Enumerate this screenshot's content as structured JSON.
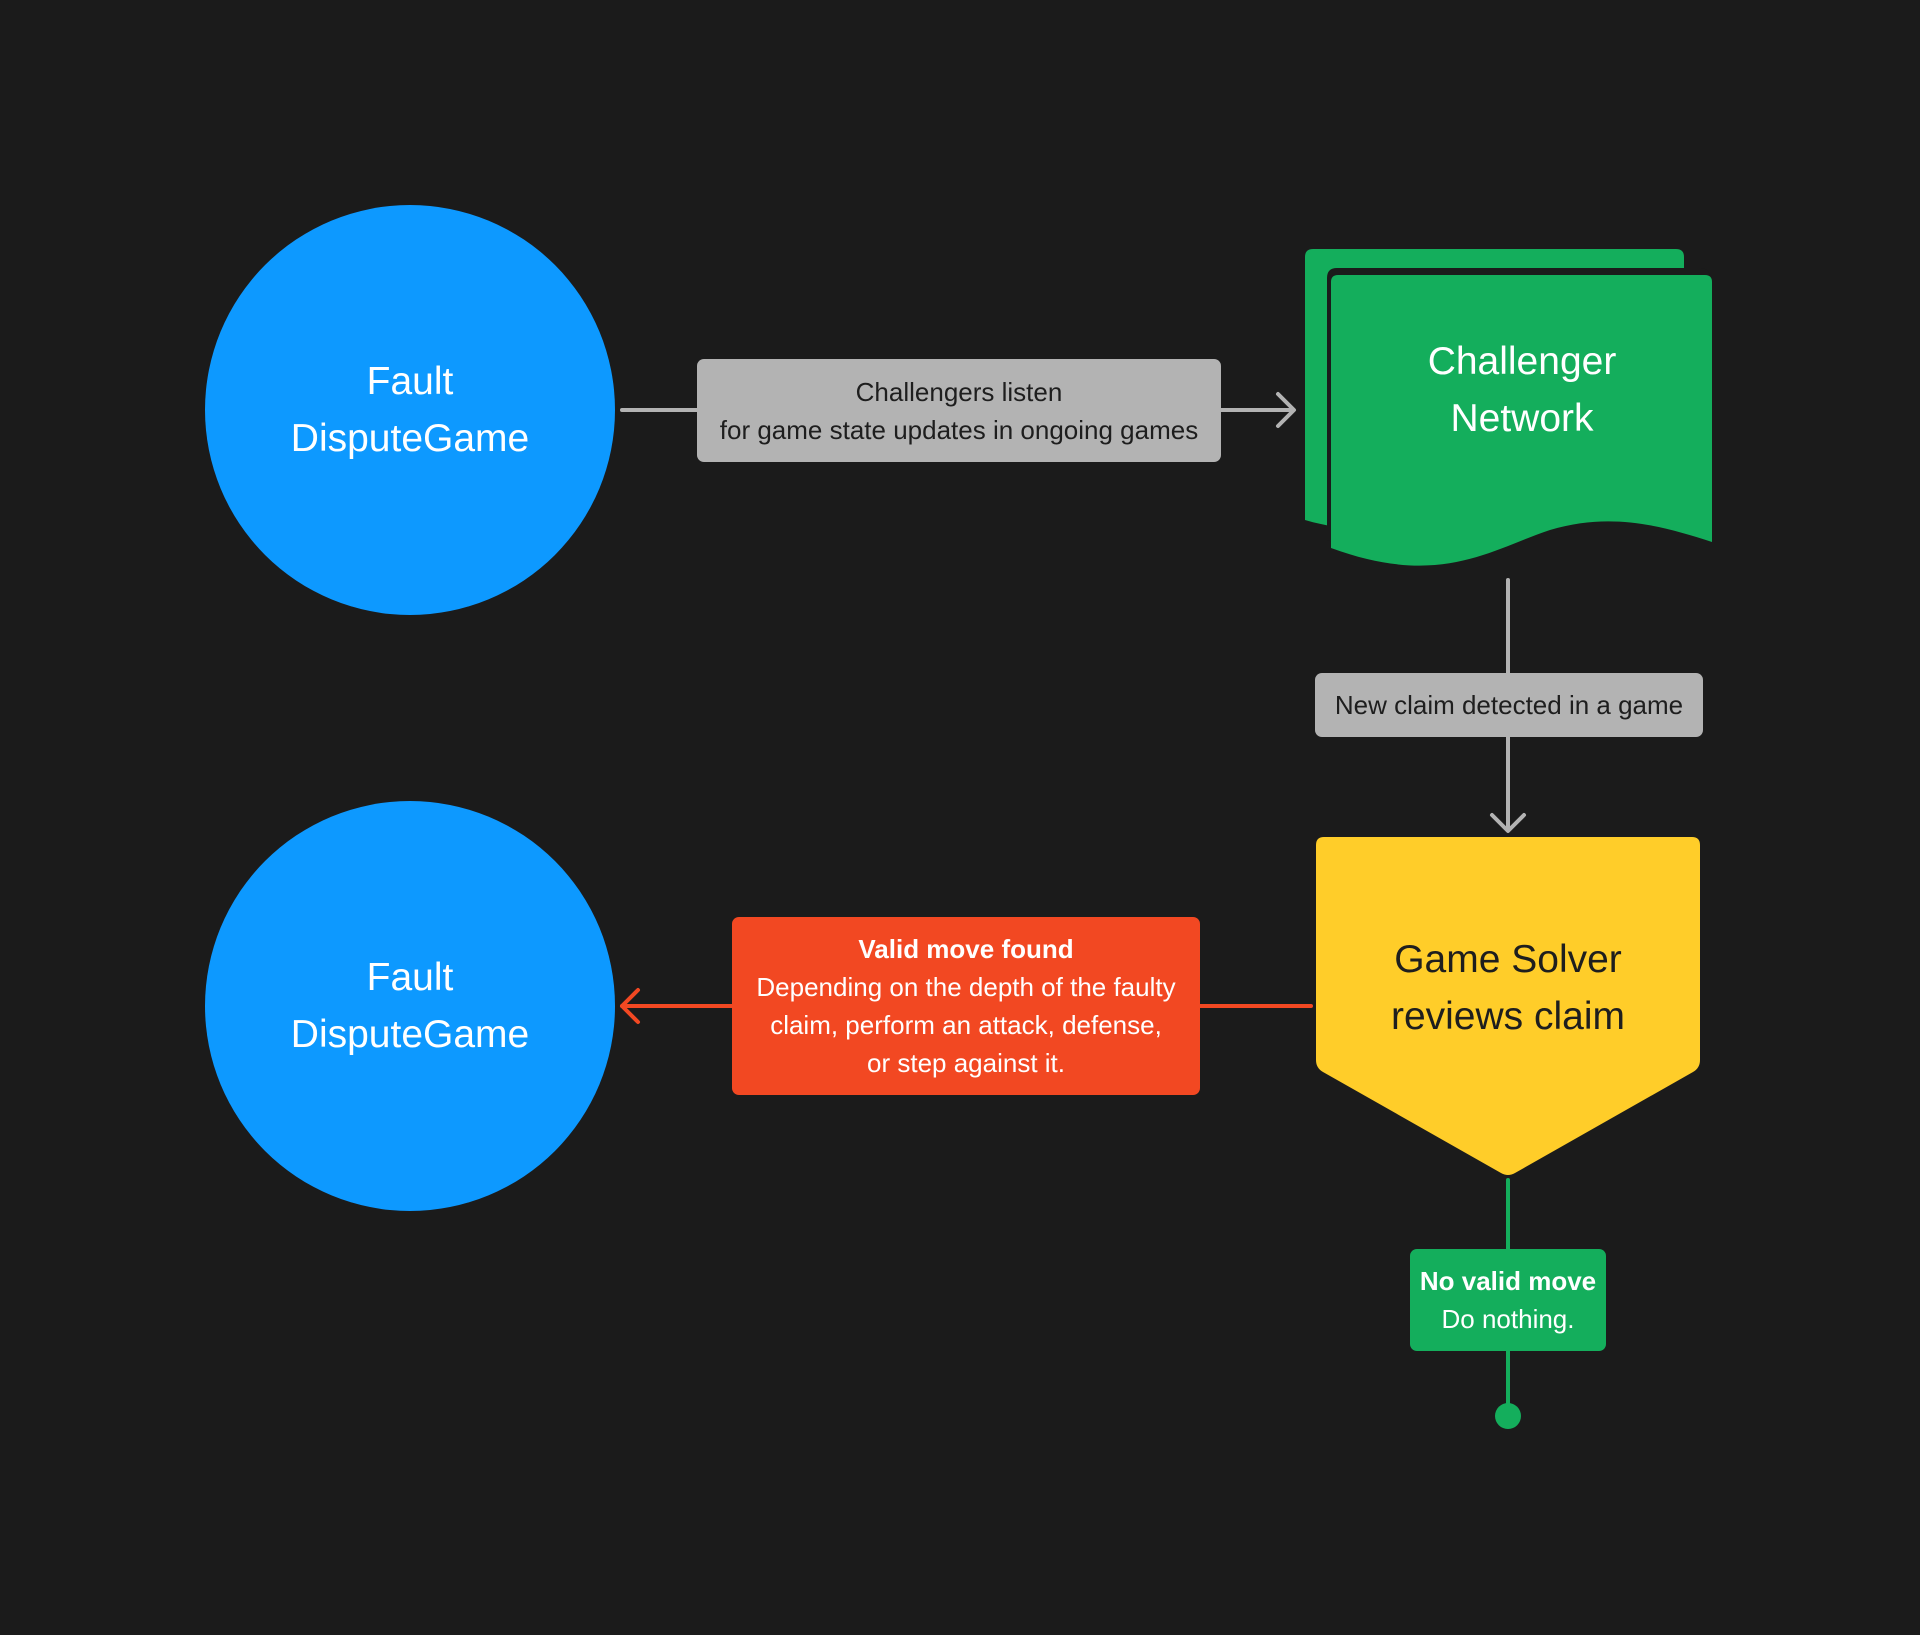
{
  "diagram": {
    "nodes": {
      "game_top": {
        "line1": "Fault",
        "line2": "DisputeGame"
      },
      "challenger_network": {
        "line1": "Challenger",
        "line2": "Network"
      },
      "game_solver": {
        "line1": "Game Solver",
        "line2": "reviews claim"
      },
      "game_bottom": {
        "line1": "Fault",
        "line2": "DisputeGame"
      }
    },
    "edges": {
      "listen": {
        "line1": "Challengers listen",
        "line2": "for game state updates in ongoing games"
      },
      "new_claim": {
        "text": "New claim detected in a game"
      },
      "valid_move": {
        "title": "Valid move found",
        "line1": "Depending on the depth of the faulty",
        "line2": "claim, perform an attack, defense,",
        "line3": "or step against it."
      },
      "no_valid_move": {
        "title": "No valid move",
        "line1": "Do nothing."
      }
    }
  },
  "colors": {
    "background": "#1b1b1b",
    "game_node": "#0d99ff",
    "network_node": "#14ae5c",
    "solver_node": "#ffcd29",
    "valid_move": "#f24822",
    "connector": "#b3b3b3",
    "no_valid_move": "#14ae5c"
  }
}
